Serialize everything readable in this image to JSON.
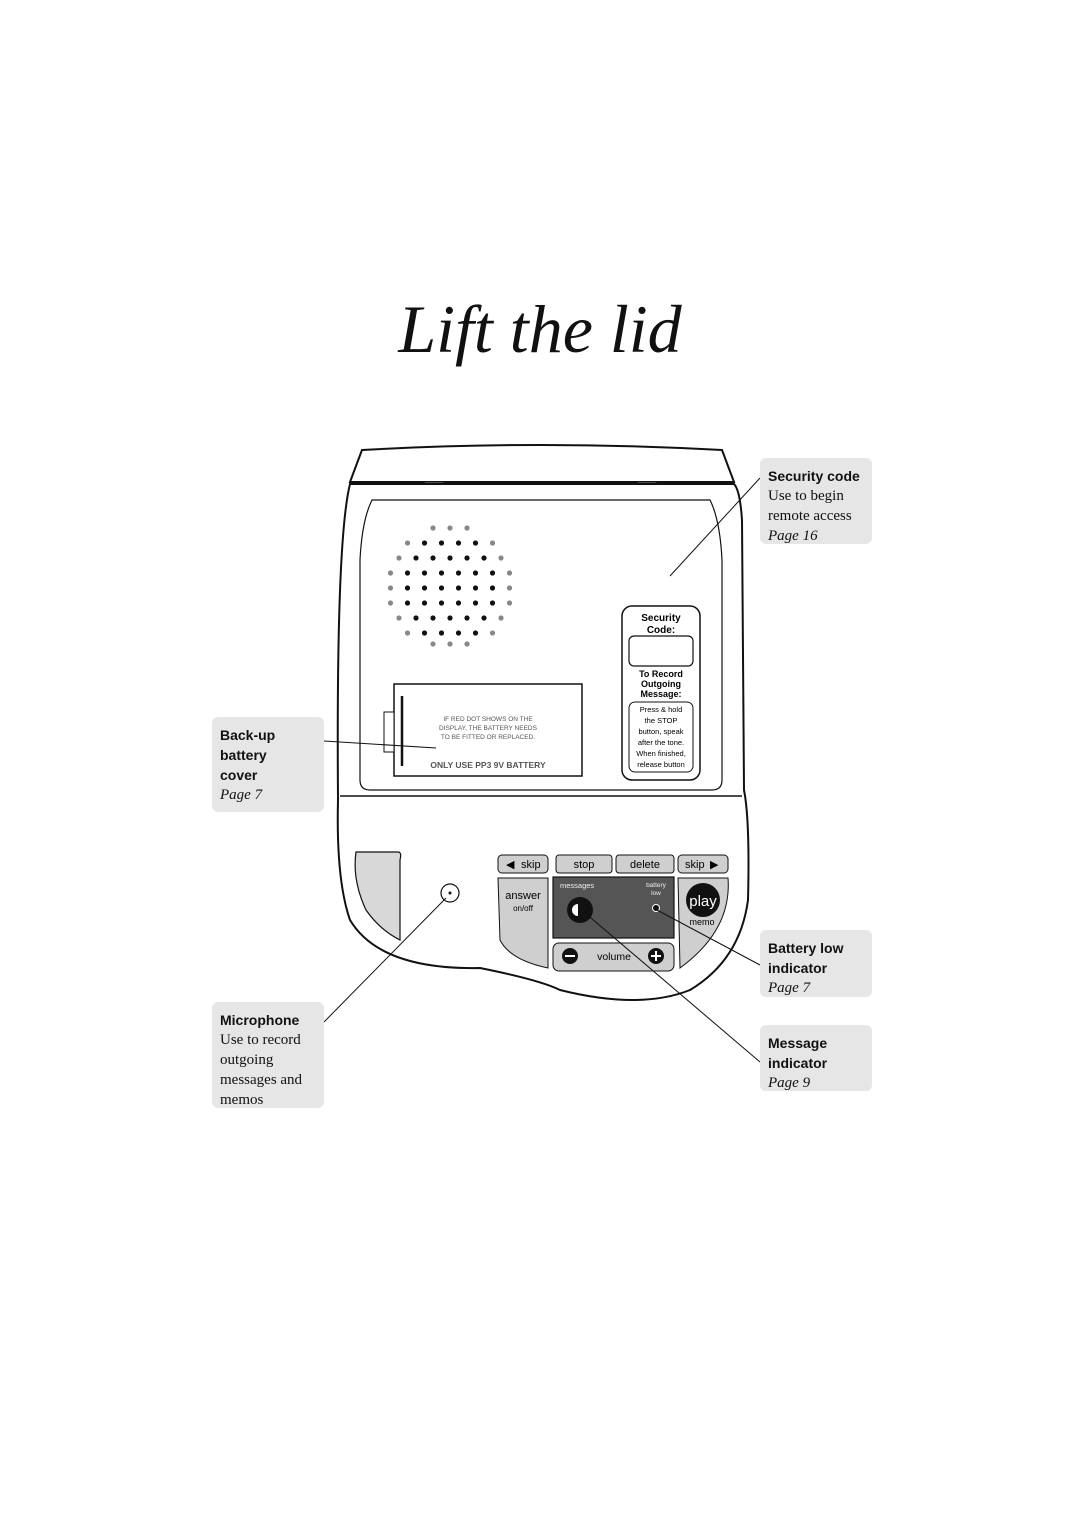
{
  "page": {
    "title": "Lift the lid"
  },
  "callouts": {
    "security": {
      "heading": "Security code",
      "body": [
        "Use to begin",
        "remote access"
      ],
      "page": "Page 16"
    },
    "backup": {
      "heading": [
        "Back-up",
        "battery",
        "cover"
      ],
      "page": "Page 7"
    },
    "battery_low": {
      "heading": [
        "Battery low",
        "indicator"
      ],
      "page": "Page 7"
    },
    "message": {
      "heading": [
        "Message",
        "indicator"
      ],
      "page": "Page 9"
    },
    "microphone": {
      "heading": "Microphone",
      "body": [
        "Use to record",
        "outgoing",
        "messages and",
        "memos"
      ]
    }
  },
  "device": {
    "card": {
      "heading": [
        "Security",
        "Code:"
      ],
      "record_heading": [
        "To Record",
        "Outgoing",
        "Message:"
      ],
      "record_body": [
        "Press & hold",
        "the STOP",
        "button, speak",
        "after the tone.",
        "When finished,",
        "release button"
      ]
    },
    "battery_cover": {
      "note": [
        "IF RED DOT SHOWS ON THE",
        "DISPLAY, THE BATTERY NEEDS",
        "TO BE FITTED OR REPLACED."
      ],
      "label": "ONLY USE PP3 9V BATTERY"
    },
    "controls": {
      "skip_back": "skip",
      "stop": "stop",
      "delete": "delete",
      "skip_fwd": "skip",
      "answer": "answer",
      "on_off": "on/off",
      "messages": "messages",
      "battery_low": [
        "battery",
        "low"
      ],
      "play": "play",
      "memo": "memo",
      "volume": "volume"
    }
  }
}
